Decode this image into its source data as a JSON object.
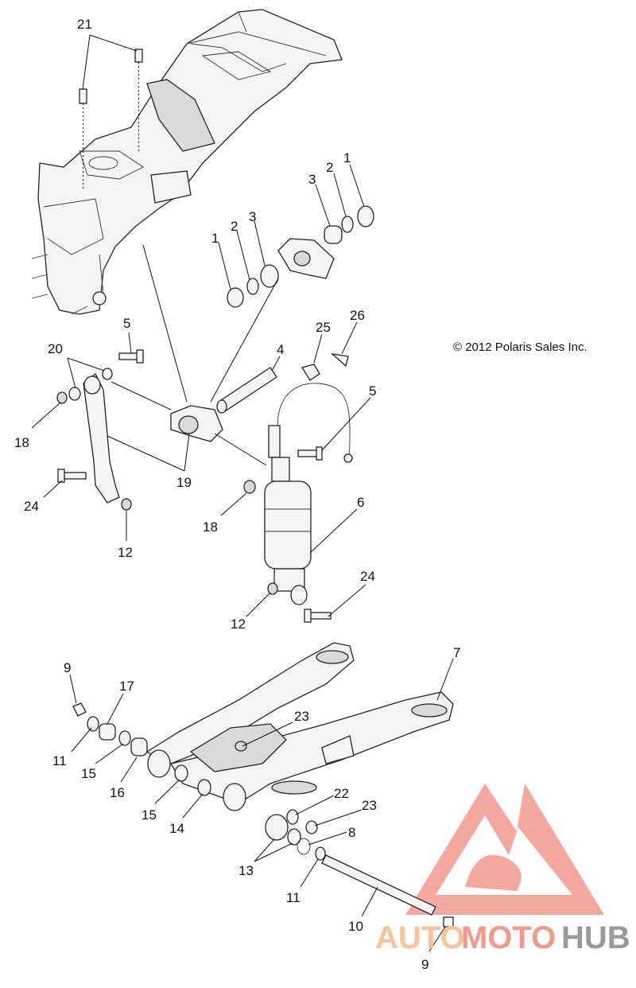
{
  "copyright": "© 2012 Polaris Sales Inc.",
  "callouts": {
    "c21": "21",
    "c1a": "1",
    "c2a": "2",
    "c3a": "3",
    "c1b": "1",
    "c2b": "2",
    "c3b": "3",
    "c4": "4",
    "c5a": "5",
    "c5b": "5",
    "c20": "20",
    "c18a": "18",
    "c18b": "18",
    "c19": "19",
    "c24a": "24",
    "c24b": "24",
    "c12a": "12",
    "c12b": "12",
    "c25": "25",
    "c26": "26",
    "c6": "6",
    "c7": "7",
    "c9a": "9",
    "c9b": "9",
    "c17": "17",
    "c23a": "23",
    "c23b": "23",
    "c11a": "11",
    "c11b": "11",
    "c15a": "15",
    "c15b": "15",
    "c16": "16",
    "c14": "14",
    "c22": "22",
    "c8": "8",
    "c13": "13",
    "c10": "10"
  },
  "watermark": {
    "part1": "AUTO",
    "part2": "MOTO",
    "part3": "HUB",
    "color_auto": "#f5c49a",
    "color_moto": "#f19a8c",
    "color_hub": "#9a9a9a",
    "logo_color": "#f08a80"
  }
}
